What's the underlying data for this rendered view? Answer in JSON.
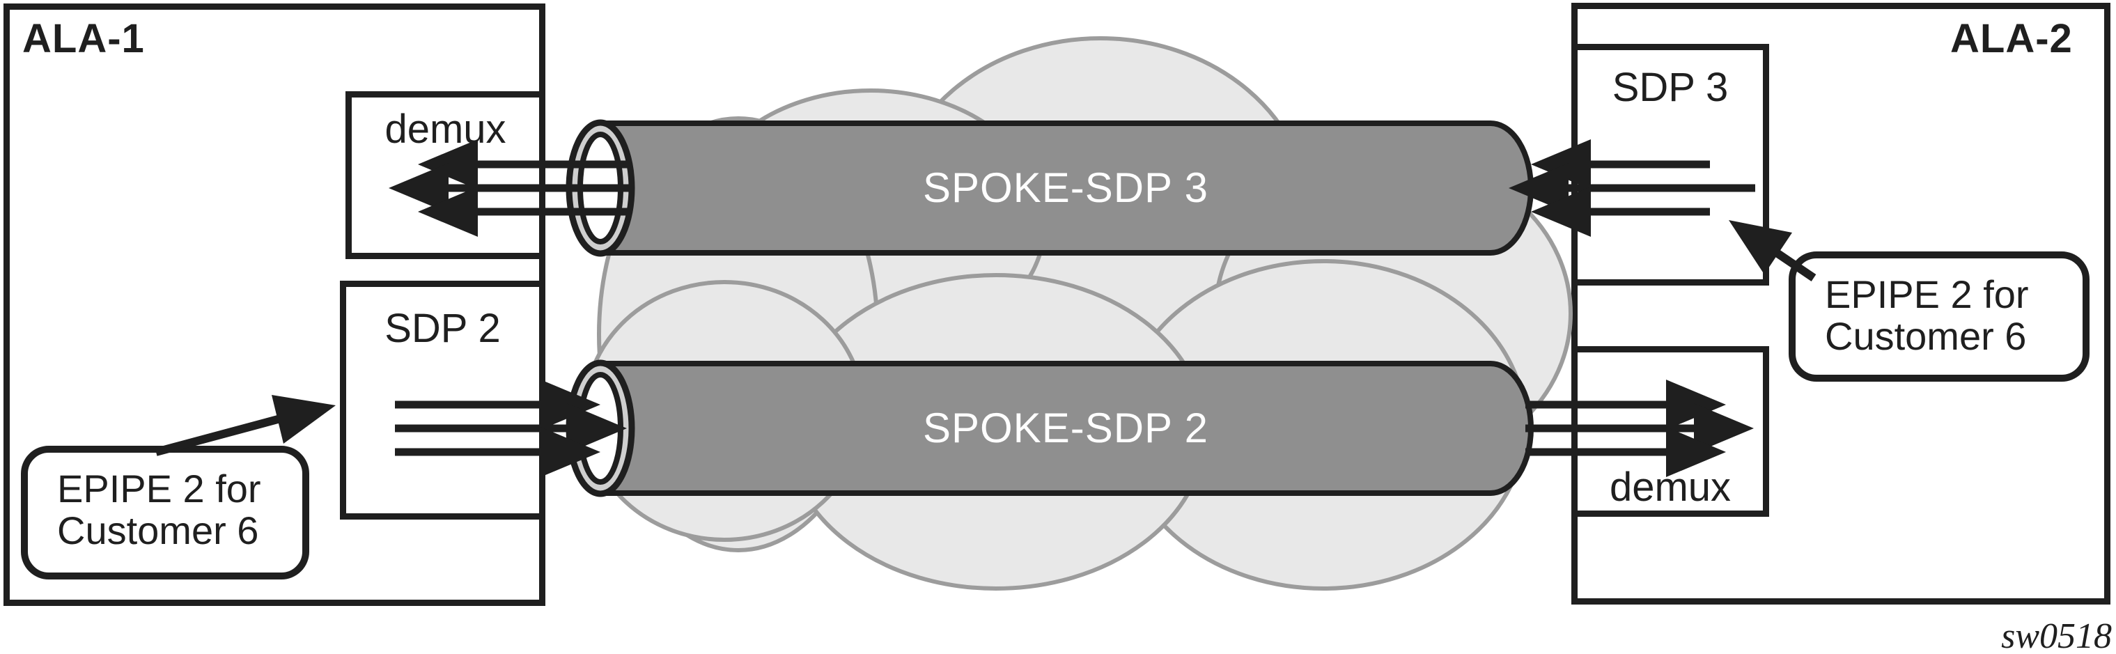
{
  "diagram": {
    "watermark": "sw0518",
    "colors": {
      "line": "#1f1f1f",
      "pipe_fill": "#8f8f8f",
      "pipe_opening_ring": "#cfcfcf",
      "cloud_fill": "#e8e8e8",
      "cloud_stroke": "#9c9c9c",
      "pipe_text": "#ffffff"
    },
    "ala1": {
      "title": "ALA-1",
      "demux_label": "demux",
      "sdp_label": "SDP 2",
      "callout_line1": "EPIPE 2 for",
      "callout_line2": "Customer 6"
    },
    "ala2": {
      "title": "ALA-2",
      "sdp_label": "SDP 3",
      "demux_label": "demux",
      "callout_line1": "EPIPE 2 for",
      "callout_line2": "Customer 6"
    },
    "pipes": {
      "top_label": "SPOKE-SDP 3",
      "bottom_label": "SPOKE-SDP 2"
    }
  }
}
